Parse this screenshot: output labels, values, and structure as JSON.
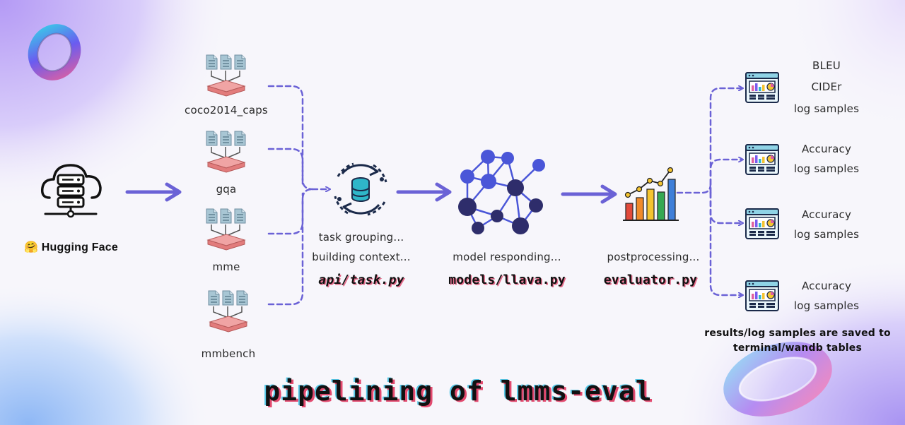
{
  "title": "pipelining of lmms-eval",
  "source": {
    "label": "Hugging Face",
    "hf_emoji": "🤗"
  },
  "datasets": [
    "coco2014_caps",
    "gqa",
    "mme",
    "mmbench"
  ],
  "stages": [
    {
      "status_lines": [
        "task grouping...",
        "building context..."
      ],
      "file": "api/task.py"
    },
    {
      "status_lines": [
        "model responding..."
      ],
      "file": "models/llava.py"
    },
    {
      "status_lines": [
        "postprocessing..."
      ],
      "file": "evaluator.py"
    }
  ],
  "results": [
    {
      "metrics": [
        "BLEU",
        "CIDEr",
        "log samples"
      ]
    },
    {
      "metrics": [
        "Accuracy",
        "log samples"
      ]
    },
    {
      "metrics": [
        "Accuracy",
        "log samples"
      ]
    },
    {
      "metrics": [
        "Accuracy",
        "log samples"
      ]
    }
  ],
  "saved_note": [
    "results/log samples are saved to",
    "terminal/wandb tables"
  ],
  "colors": {
    "arrow": "#6b62d6",
    "dashed": "#6b62d6",
    "network": "#4a56d8",
    "network_dark": "#2e2d6b",
    "doc": "#a8c6d4",
    "tray": "#e27c7c"
  }
}
